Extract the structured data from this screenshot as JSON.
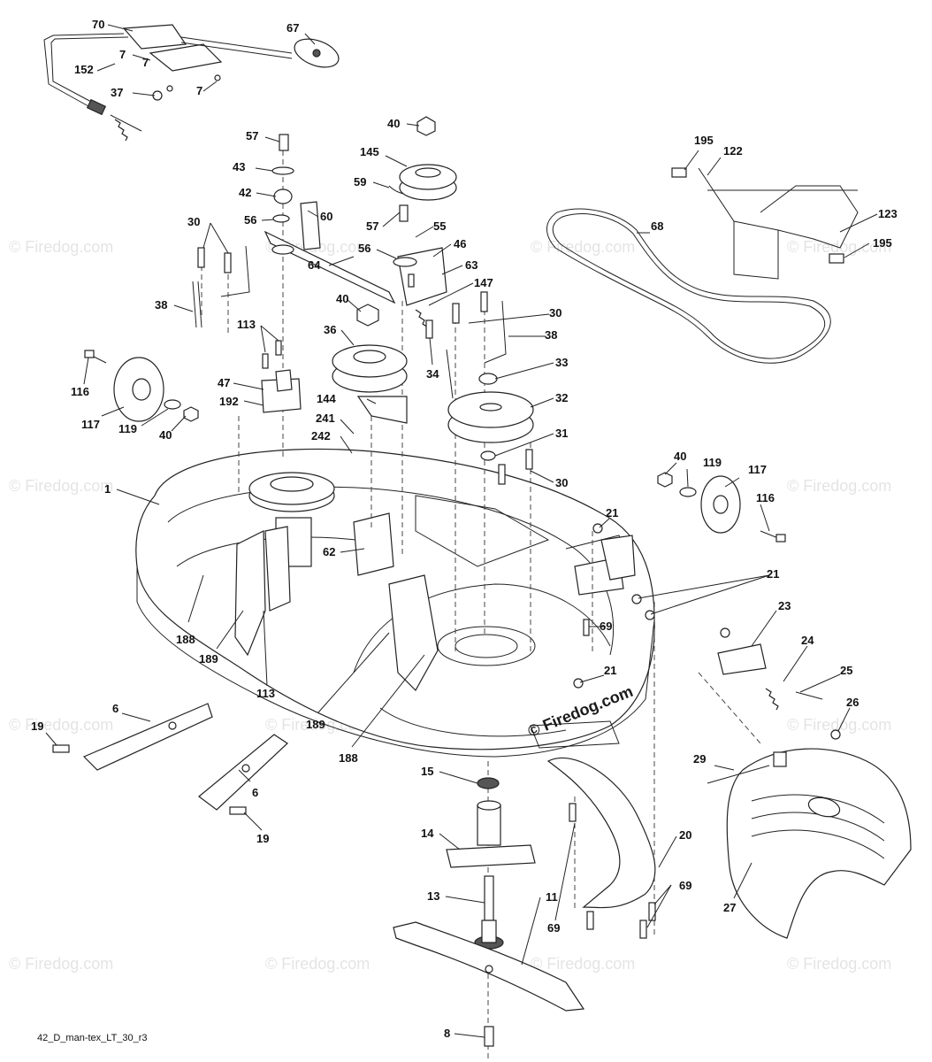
{
  "diagram_code": "42_D_man-tex_LT_30_r3",
  "watermark": "© Firedog.com",
  "callouts": [
    "70",
    "67",
    "7",
    "7",
    "152",
    "37",
    "7",
    "57",
    "43",
    "42",
    "56",
    "60",
    "59",
    "145",
    "40",
    "30",
    "38",
    "113",
    "116",
    "117",
    "119",
    "40",
    "47",
    "192",
    "1",
    "188",
    "189",
    "113",
    "62",
    "64",
    "56",
    "57",
    "55",
    "46",
    "63",
    "147",
    "40",
    "36",
    "144",
    "241",
    "242",
    "34",
    "30",
    "38",
    "33",
    "32",
    "31",
    "30",
    "195",
    "122",
    "68",
    "123",
    "195",
    "21",
    "21",
    "69",
    "21",
    "23",
    "24",
    "25",
    "26",
    "29",
    "27",
    "40",
    "119",
    "117",
    "116",
    "6",
    "19",
    "6",
    "19",
    "189",
    "188",
    "15",
    "14",
    "13",
    "11",
    "8",
    "20",
    "69",
    "69"
  ]
}
